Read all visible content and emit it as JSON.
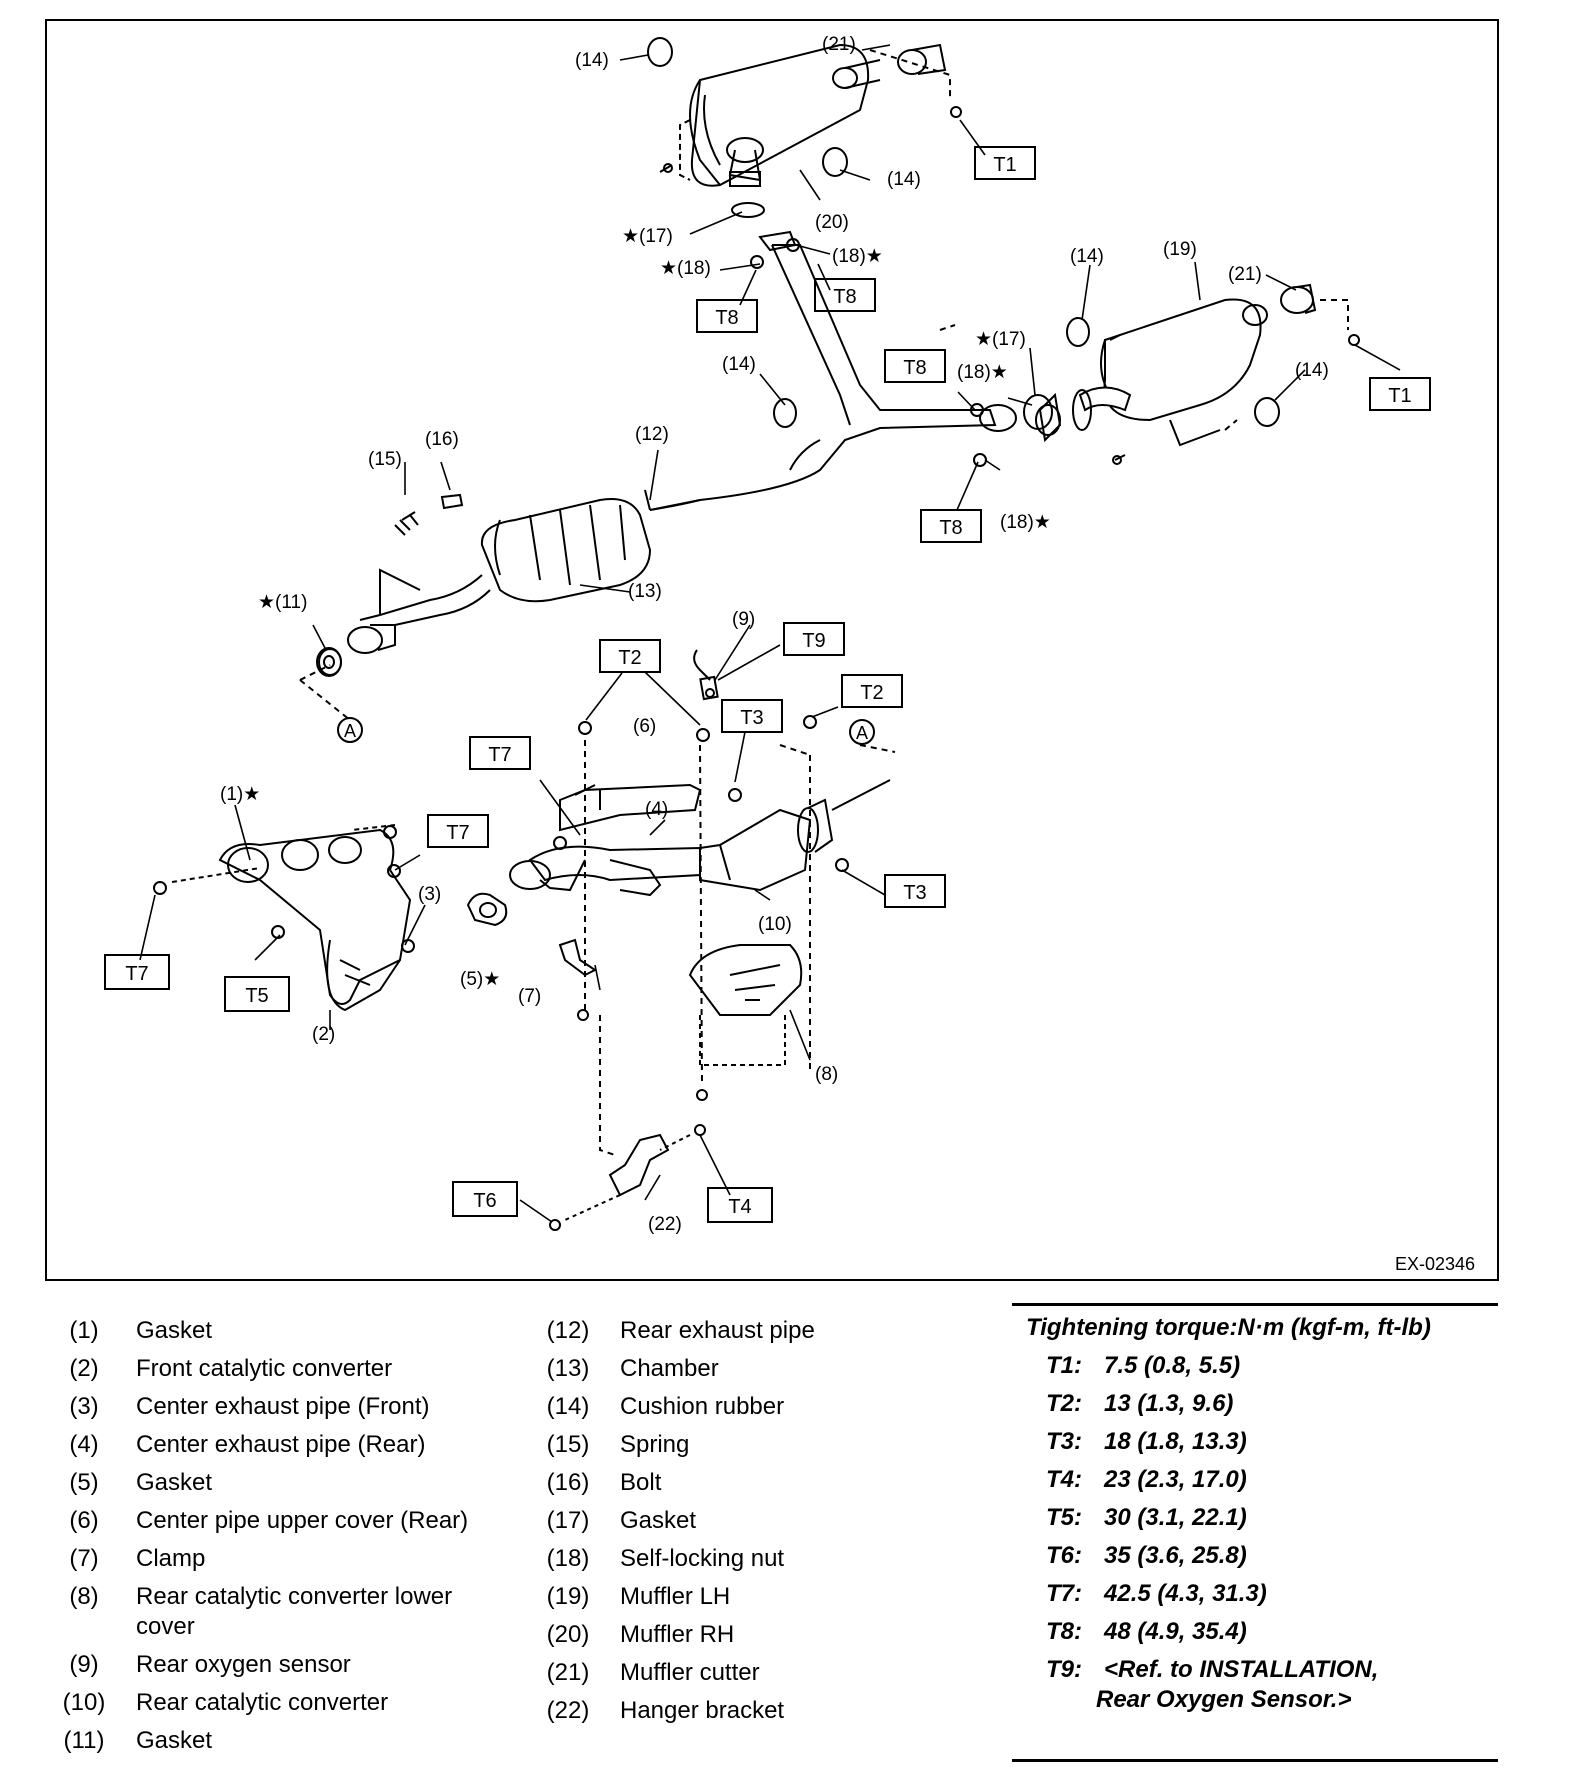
{
  "figure_id": "EX-02346",
  "callouts": {
    "c1": "(1)★",
    "c2": "(2)",
    "c3": "(3)",
    "c4": "(4)",
    "c5": "(5)★",
    "c6": "(6)",
    "c7": "(7)",
    "c8": "(8)",
    "c9": "(9)",
    "c10": "(10)",
    "c11": "★(11)",
    "c12": "(12)",
    "c13": "(13)",
    "c14a": "(14)",
    "c14b": "(14)",
    "c14c": "(14)",
    "c14d": "(14)",
    "c14e": "(14)",
    "c15": "(15)",
    "c16": "(16)",
    "c17a": "★(17)",
    "c17b": "★(17)",
    "c18a": "★(18)",
    "c18b": "(18)★",
    "c18c": "(18)★",
    "c18d": "(18)★",
    "c19": "(19)",
    "c20": "(20)",
    "c21a": "(21)",
    "c21b": "(21)",
    "c22": "(22)",
    "markerA1": "A",
    "markerA2": "A"
  },
  "torque_tags": {
    "t1a": "T1",
    "t1b": "T1",
    "t2a": "T2",
    "t2b": "T2",
    "t3a": "T3",
    "t3b": "T3",
    "t4": "T4",
    "t5": "T5",
    "t6": "T6",
    "t7a": "T7",
    "t7b": "T7",
    "t7c": "T7",
    "t8a": "T8",
    "t8b": "T8",
    "t8c": "T8",
    "t8d": "T8",
    "t9": "T9"
  },
  "parts_left": [
    {
      "num": "(1)",
      "name": "Gasket"
    },
    {
      "num": "(2)",
      "name": "Front catalytic converter"
    },
    {
      "num": "(3)",
      "name": "Center exhaust pipe (Front)"
    },
    {
      "num": "(4)",
      "name": "Center exhaust pipe (Rear)"
    },
    {
      "num": "(5)",
      "name": "Gasket"
    },
    {
      "num": "(6)",
      "name": "Center pipe upper cover (Rear)"
    },
    {
      "num": "(7)",
      "name": "Clamp"
    },
    {
      "num": "(8)",
      "name": "Rear catalytic converter lower cover"
    },
    {
      "num": "(9)",
      "name": "Rear oxygen sensor"
    },
    {
      "num": "(10)",
      "name": "Rear catalytic converter"
    },
    {
      "num": "(11)",
      "name": "Gasket"
    }
  ],
  "parts_right": [
    {
      "num": "(12)",
      "name": "Rear exhaust pipe"
    },
    {
      "num": "(13)",
      "name": "Chamber"
    },
    {
      "num": "(14)",
      "name": "Cushion rubber"
    },
    {
      "num": "(15)",
      "name": "Spring"
    },
    {
      "num": "(16)",
      "name": "Bolt"
    },
    {
      "num": "(17)",
      "name": "Gasket"
    },
    {
      "num": "(18)",
      "name": "Self-locking nut"
    },
    {
      "num": "(19)",
      "name": "Muffler LH"
    },
    {
      "num": "(20)",
      "name": "Muffler RH"
    },
    {
      "num": "(21)",
      "name": "Muffler cutter"
    },
    {
      "num": "(22)",
      "name": "Hanger bracket"
    }
  ],
  "torque": {
    "title": "Tightening torque:N·m (kgf-m, ft-lb)",
    "rows": [
      {
        "key": "T1:",
        "value": "7.5 (0.8, 5.5)"
      },
      {
        "key": "T2:",
        "value": "13 (1.3, 9.6)"
      },
      {
        "key": "T3:",
        "value": "18 (1.8, 13.3)"
      },
      {
        "key": "T4:",
        "value": "23 (2.3, 17.0)"
      },
      {
        "key": "T5:",
        "value": "30 (3.1, 22.1)"
      },
      {
        "key": "T6:",
        "value": "35 (3.6, 25.8)"
      },
      {
        "key": "T7:",
        "value": "42.5 (4.3, 31.3)"
      },
      {
        "key": "T8:",
        "value": "48 (4.9, 35.4)"
      },
      {
        "key": "T9:",
        "value": "<Ref. to  INSTALLATION,"
      }
    ],
    "continuation": "Rear Oxygen  Sensor.>"
  }
}
